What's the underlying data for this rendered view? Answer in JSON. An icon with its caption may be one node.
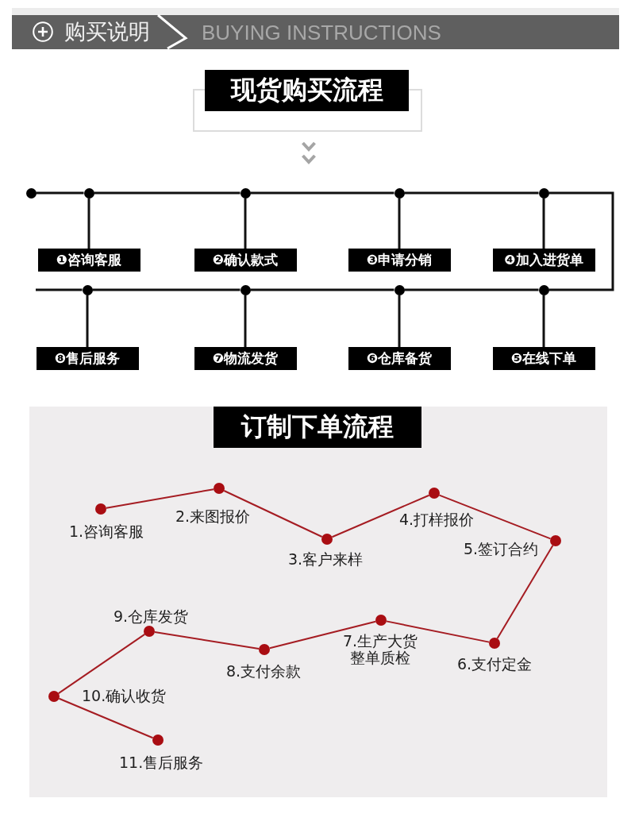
{
  "diagram": {
    "title": "购买说明",
    "nodes": [
      {
        "text": [
          "现货购买流程"
        ]
      },
      {
        "text": [],
        "shape": "circle"
      },
      {
        "text": [],
        "shape": "circle"
      },
      {
        "text": [],
        "shape": "circle"
      },
      {
        "text": [],
        "shape": "circle"
      },
      {
        "text": [],
        "shape": "circle"
      },
      {
        "text": [
          "❶咨询客服"
        ]
      },
      {
        "text": [
          "❷确认款式"
        ]
      },
      {
        "text": [
          "❸申请分销"
        ]
      },
      {
        "text": [
          "❹加入进货单"
        ]
      },
      {
        "text": [],
        "shape": "circle"
      },
      {
        "text": [],
        "shape": "circle"
      },
      {
        "text": [],
        "shape": "circle"
      },
      {
        "text": [],
        "shape": "circle"
      },
      {
        "text": [
          "❽售后服务"
        ]
      },
      {
        "text": [
          "❼物流发货"
        ]
      },
      {
        "text": [
          "❻仓库备货"
        ]
      },
      {
        "text": [
          "❺在线下单"
        ]
      },
      {
        "text": [],
        "shape": "box"
      },
      {
        "text": [
          "订制下单流程"
        ],
        "in": 18
      },
      {
        "text": [],
        "shape": "circle",
        "in": 18,
        "beside": [
          "1.咨询客服"
        ]
      },
      {
        "text": [],
        "shape": "circle",
        "in": 18,
        "beside": [
          "2.来图报价"
        ]
      },
      {
        "text": [],
        "shape": "circle",
        "in": 18,
        "beside": [
          "3.客户来样"
        ]
      },
      {
        "text": [],
        "shape": "circle",
        "in": 18,
        "beside": [
          "4.打样报价"
        ]
      },
      {
        "text": [],
        "shape": "circle",
        "in": 18,
        "beside": [
          "5.签订合约"
        ]
      },
      {
        "text": [],
        "shape": "circle",
        "in": 18,
        "beside": [
          "6.支付定金"
        ]
      },
      {
        "text": [],
        "shape": "circle",
        "in": 18,
        "beside": [
          "7.生产大货整单质检"
        ]
      },
      {
        "text": [],
        "shape": "circle",
        "in": 18,
        "beside": [
          "8.支付余款"
        ]
      },
      {
        "text": [],
        "shape": "circle",
        "in": 18,
        "beside": [
          "9.仓库发货"
        ]
      },
      {
        "text": [],
        "shape": "circle",
        "in": 18,
        "beside": [
          "10.确认收货"
        ]
      },
      {
        "text": [],
        "shape": "circle",
        "in": 18,
        "beside": [
          "11.售后服务"
        ]
      }
    ],
    "edges": [
      {
        "from": 1,
        "to": 2,
        "arrow": "none"
      },
      {
        "from": 2,
        "to": 3,
        "arrow": "none"
      },
      {
        "from": 3,
        "to": 4,
        "arrow": "none"
      },
      {
        "from": 4,
        "to": 5,
        "arrow": "none"
      },
      {
        "from": 5,
        "to": 13,
        "arrow": "none"
      },
      {
        "from": 13,
        "to": 12,
        "arrow": "none"
      },
      {
        "from": 12,
        "to": 11,
        "arrow": "none"
      },
      {
        "from": 11,
        "to": 10,
        "arrow": "none"
      },
      {
        "from": 10,
        "to": null,
        "arrow": "none"
      },
      {
        "from": 2,
        "to": 6,
        "arrow": "none"
      },
      {
        "from": 3,
        "to": 7,
        "arrow": "none"
      },
      {
        "from": 4,
        "to": 8,
        "arrow": "none"
      },
      {
        "from": 5,
        "to": 9,
        "arrow": "none"
      },
      {
        "from": 10,
        "to": 14,
        "arrow": "none"
      },
      {
        "from": 11,
        "to": 15,
        "arrow": "none"
      },
      {
        "from": 12,
        "to": 16,
        "arrow": "none"
      },
      {
        "from": 13,
        "to": 17,
        "arrow": "none"
      },
      {
        "from": 20,
        "to": 21,
        "arrow": "none",
        "color": "#a51c22"
      },
      {
        "from": 21,
        "to": 22,
        "arrow": "none",
        "color": "#a51c22"
      },
      {
        "from": 22,
        "to": 23,
        "arrow": "none",
        "color": "#a51c22"
      },
      {
        "from": 23,
        "to": 24,
        "arrow": "none",
        "color": "#a51c22"
      },
      {
        "from": 24,
        "to": 25,
        "arrow": "none",
        "color": "#a51c22"
      },
      {
        "from": 25,
        "to": 26,
        "arrow": "none",
        "color": "#a51c22"
      },
      {
        "from": 26,
        "to": 27,
        "arrow": "none",
        "color": "#a51c22"
      },
      {
        "from": 27,
        "to": 28,
        "arrow": "none",
        "color": "#a51c22"
      },
      {
        "from": 28,
        "to": 29,
        "arrow": "none",
        "color": "#a51c22"
      },
      {
        "from": 29,
        "to": 30,
        "arrow": "none",
        "color": "#a51c22"
      }
    ],
    "labels": [
      "BUYING INSTRUCTIONS"
    ]
  }
}
